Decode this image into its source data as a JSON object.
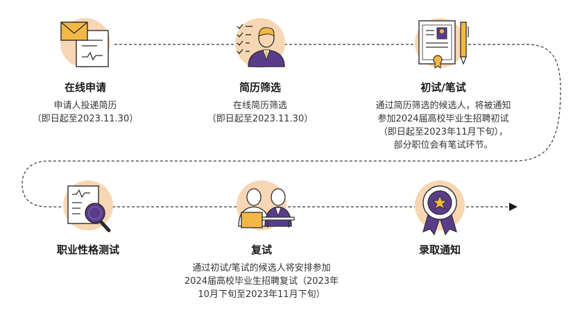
{
  "colors": {
    "accent_peach": "#F7D6B4",
    "purple": "#5A3D8A",
    "gold": "#F3B844",
    "line": "#333333"
  },
  "steps": [
    {
      "id": "apply",
      "icon": "envelope-resume-icon",
      "title": "在线申请",
      "desc": [
        "申请人投递简历",
        "（即日起至2023.11.30）"
      ]
    },
    {
      "id": "screen",
      "icon": "checklist-person-icon",
      "title": "简历筛选",
      "desc": [
        "在线简历筛选",
        "（即日起至2023.11.30）"
      ]
    },
    {
      "id": "written",
      "icon": "certificate-pen-icon",
      "title": "初试/笔试",
      "desc": [
        "通过简历筛选的候选人，将被通知",
        "参加2024届高校毕业生招聘初试",
        "（即日起至2023年11月下旬），",
        "部分职位会有笔试环节。"
      ]
    },
    {
      "id": "personality",
      "icon": "document-magnifier-icon",
      "title": "职业性格测试",
      "desc": []
    },
    {
      "id": "reinterview",
      "icon": "interview-icon",
      "title": "复试",
      "desc": [
        "通过初试/笔试的候选人将安排参加",
        "2024届高校毕业生招聘复试（2023年",
        "10月下旬至2023年11月下旬）"
      ]
    },
    {
      "id": "offer",
      "icon": "award-badge-icon",
      "title": "录取通知",
      "desc": []
    }
  ]
}
